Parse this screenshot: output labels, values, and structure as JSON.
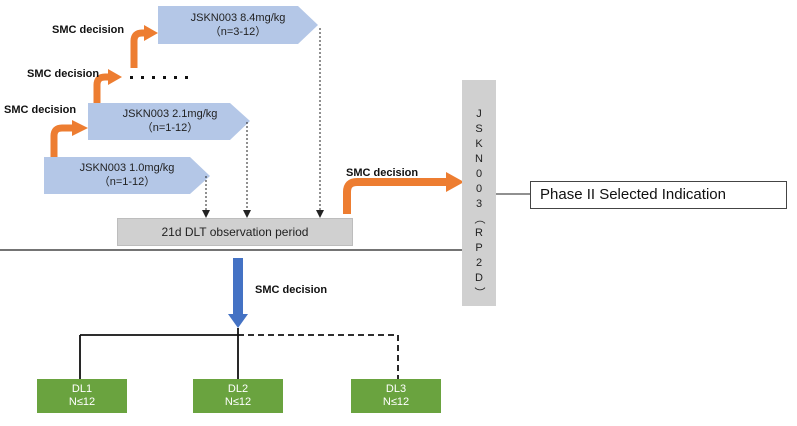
{
  "doses": [
    {
      "name": "JSKN003 1.0mg/kg",
      "n": "（n=1-12）"
    },
    {
      "name": "JSKN003 2.1mg/kg",
      "n": "（n=1-12）"
    },
    {
      "name": "JSKN003 8.4mg/kg",
      "n": "（n=3-12）"
    }
  ],
  "smc_label": "SMC decision",
  "observation_period": "21d DLT observation period",
  "rp2d_label": "JSKN003（RP2D）",
  "phase_ii": "Phase II Selected Indication",
  "dose_levels": [
    {
      "label": "DL1",
      "n": "N≤12"
    },
    {
      "label": "DL2",
      "n": "N≤12"
    },
    {
      "label": "DL3",
      "n": "N≤12"
    }
  ],
  "colors": {
    "dose_arrow": "#b4c7e7",
    "smc_arrow": "#ed7d31",
    "down_arrow": "#4472c4",
    "dl_box": "#6aa33f",
    "gray_box": "#d0d0d0"
  }
}
